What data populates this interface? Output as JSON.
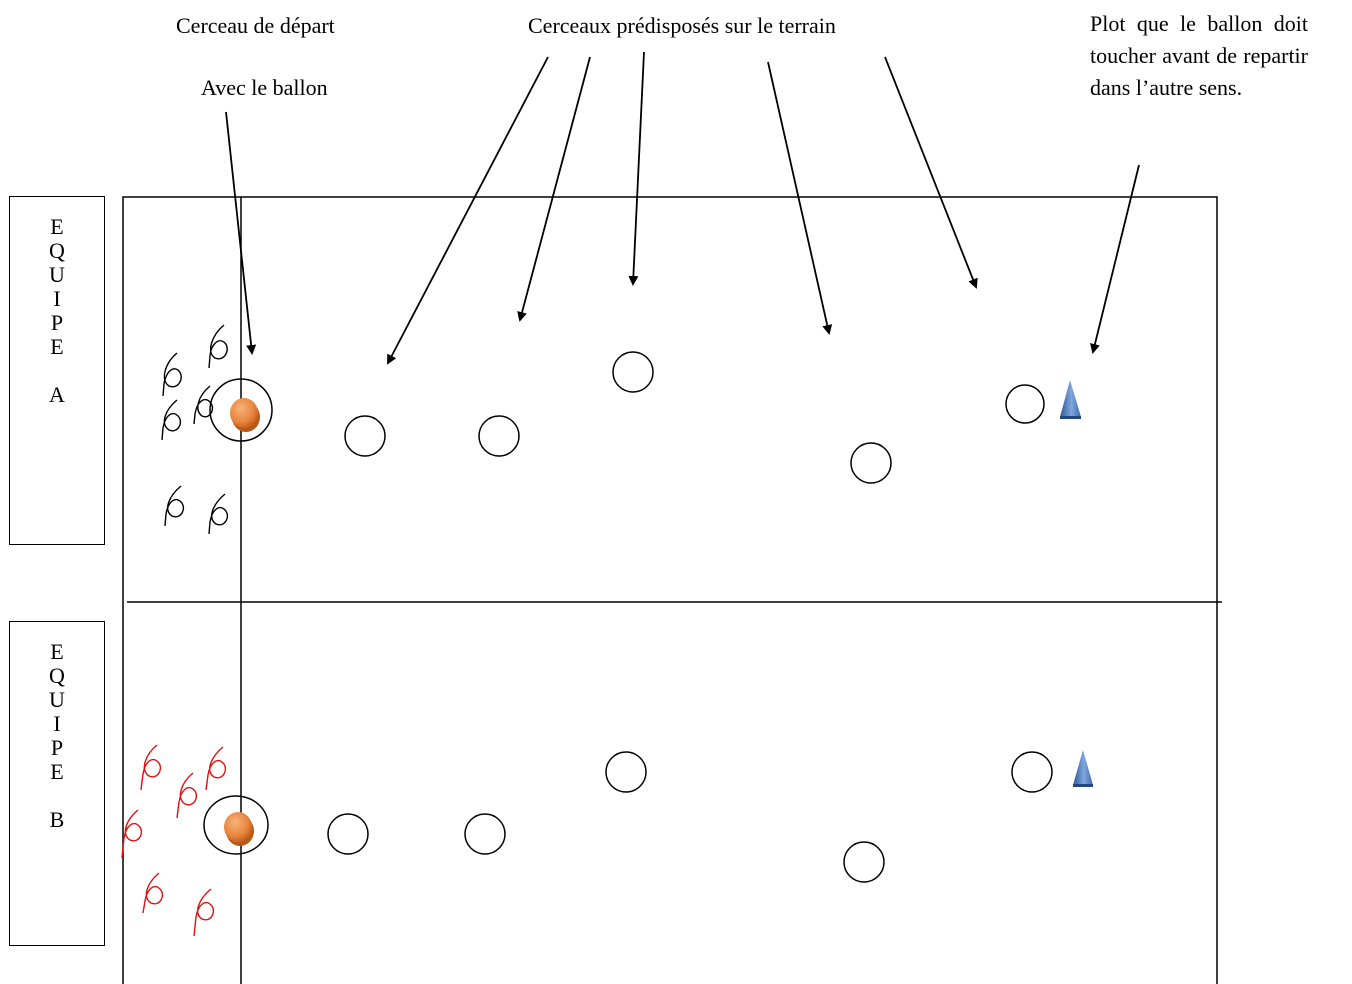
{
  "labels": {
    "start_hoop_line1": "Cerceau de départ",
    "start_hoop_line2": "Avec le ballon",
    "field_hoops": "Cerceaux prédisposés sur le terrain",
    "cone": "Plot que le ballon doit toucher avant de repartir dans l’autre sens."
  },
  "teams": [
    {
      "letters": [
        "E",
        "Q",
        "U",
        "I",
        "P",
        "E",
        "",
        "A"
      ]
    },
    {
      "letters": [
        "E",
        "Q",
        "U",
        "I",
        "P",
        "E",
        "",
        "B"
      ]
    }
  ],
  "colors": {
    "ball": "#e8853e",
    "ball_highlight": "#f4a56a",
    "cone": "#4a78b8",
    "team_a_players": "#000000",
    "team_b_players": "#e01010"
  }
}
